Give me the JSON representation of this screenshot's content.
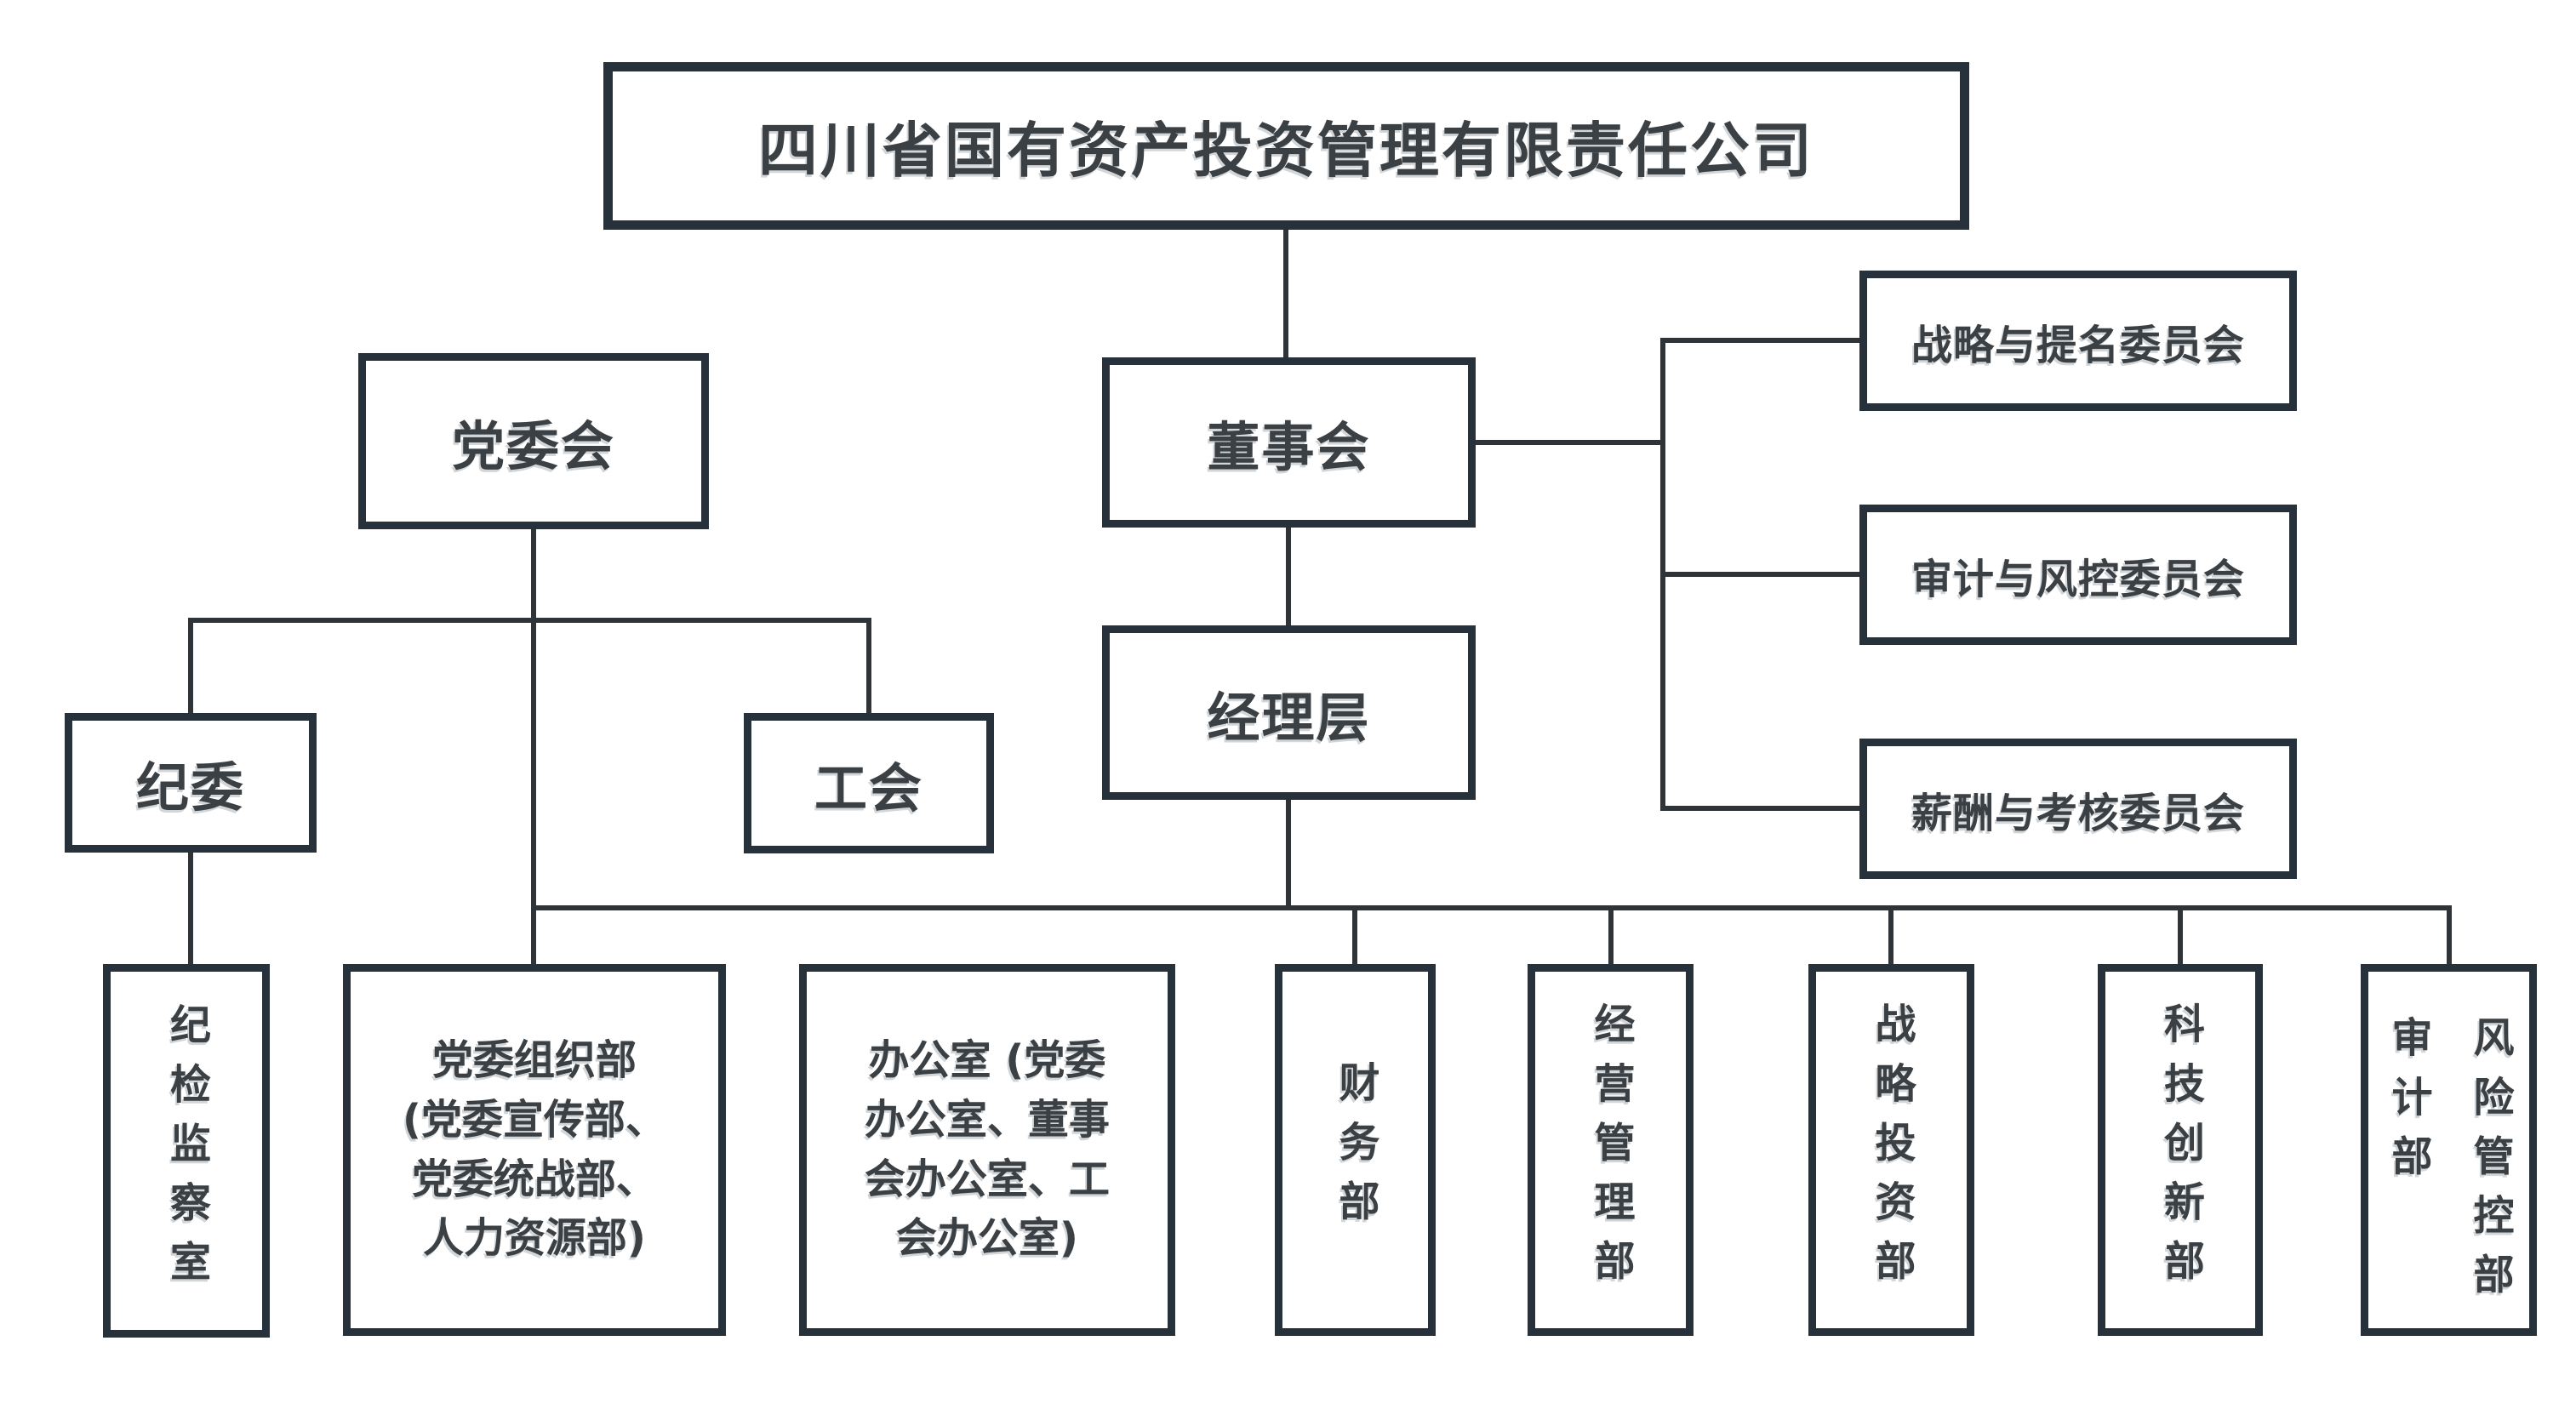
{
  "chart": {
    "root": {
      "label": "四川省国有资产投资管理有限责任公司"
    },
    "level2": {
      "party_committee": "党委会",
      "board": "董事会"
    },
    "board_committees": [
      "战略与提名委员会",
      "审计与风控委员会",
      "薪酬与考核委员会"
    ],
    "level3": {
      "discipline_committee": "纪委",
      "labor_union": "工会",
      "management_layer": "经理层"
    },
    "departments": {
      "discipline_inspection_office": "纪检监察室",
      "party_org_dept_lines": [
        "党委组织部",
        "(党委宣传部、",
        "党委统战部、",
        "人力资源部)"
      ],
      "general_office_lines": [
        "办公室 (党委",
        "办公室、董事",
        "会办公室、工",
        "会办公室)"
      ],
      "finance": "财务部",
      "operations_management": "经营管理部",
      "strategic_investment": "战略投资部",
      "tech_innovation": "科技创新部",
      "audit": "审计部",
      "risk_control": "风险管控部"
    },
    "colors": {
      "border": "#27313b",
      "line": "#2f3438",
      "text": "#3b4045"
    }
  }
}
